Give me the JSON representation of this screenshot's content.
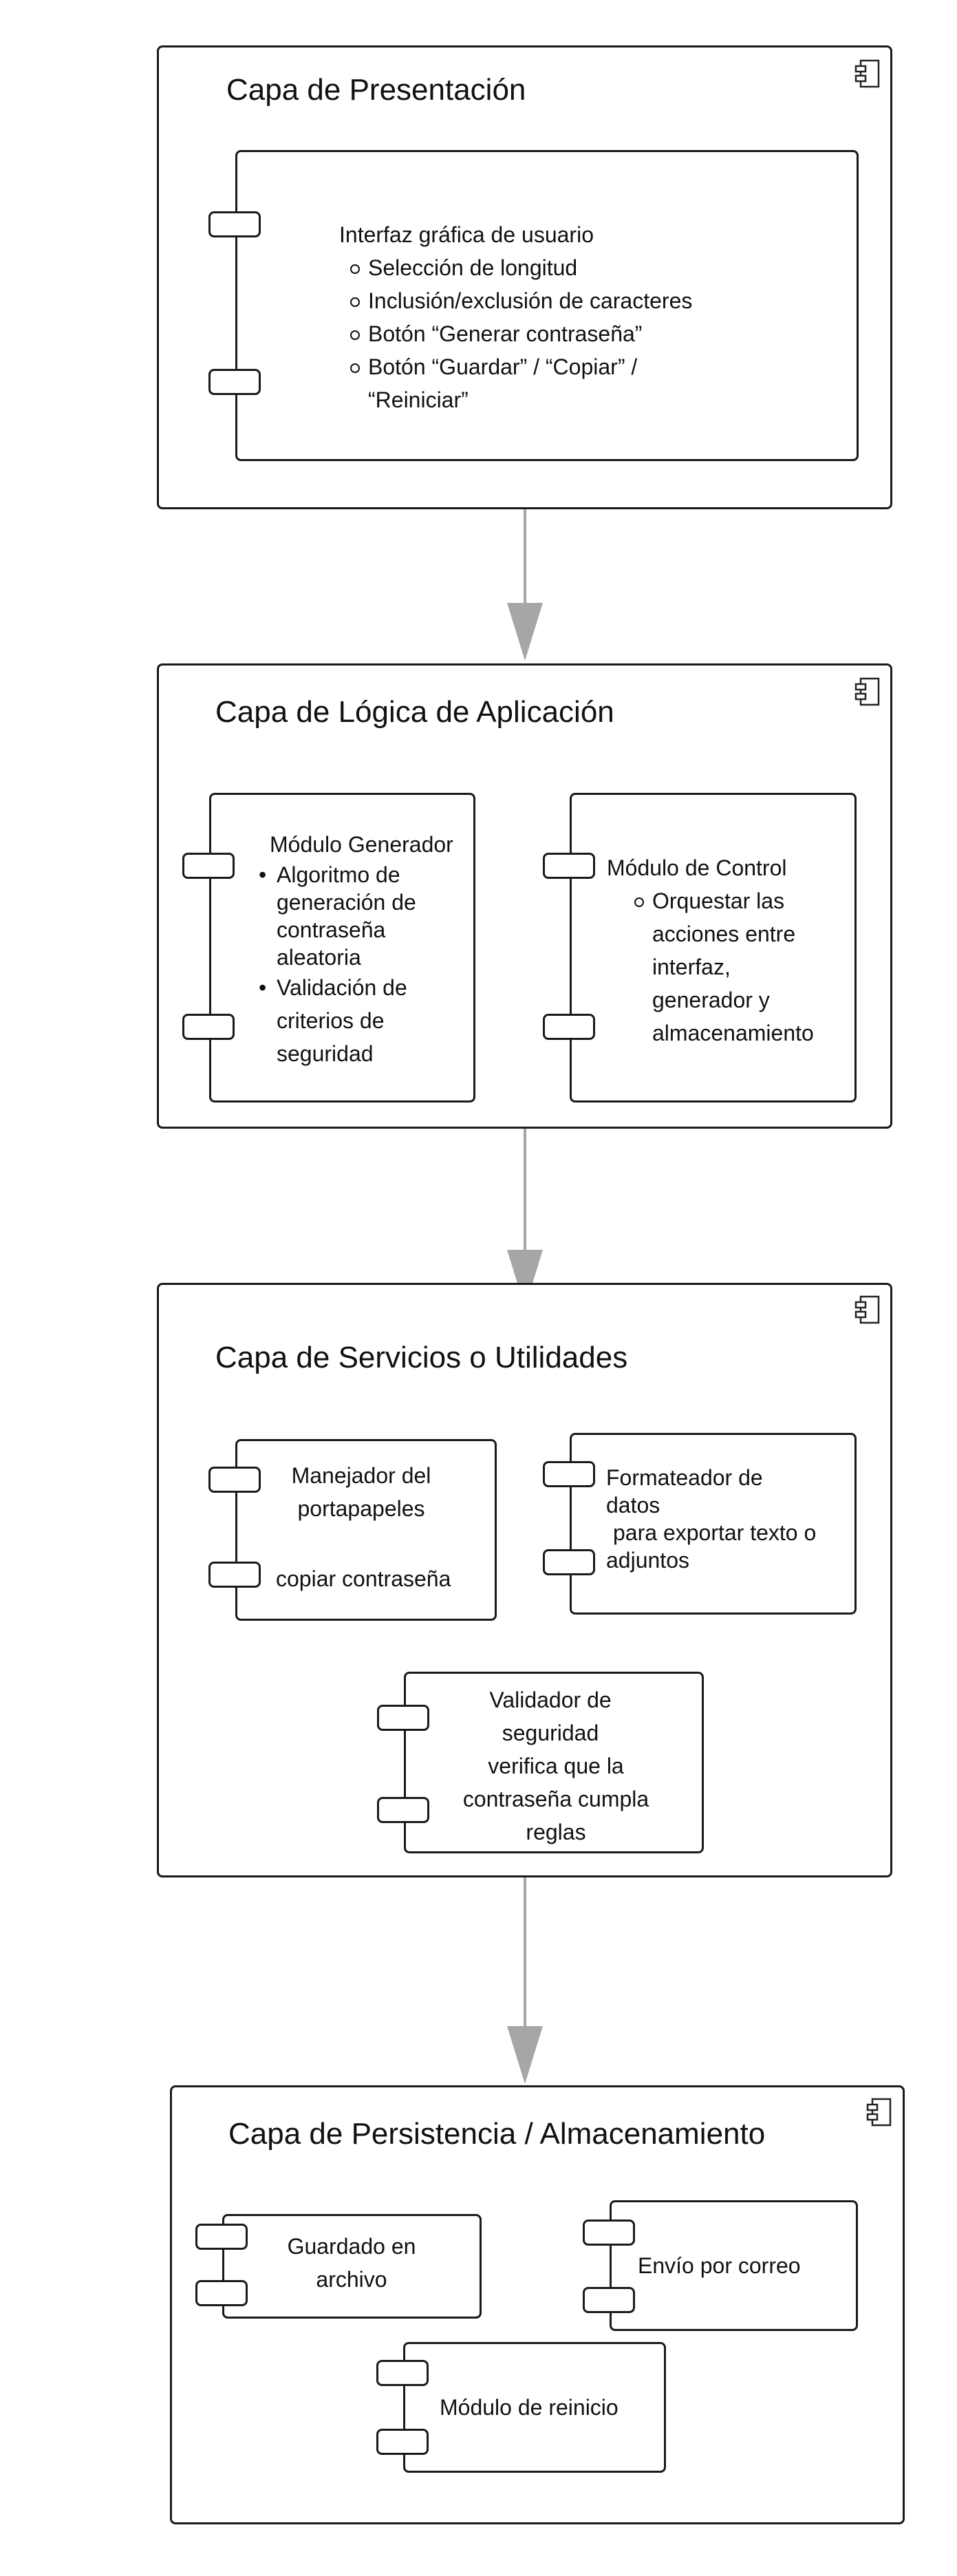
{
  "diagram": {
    "presentation": {
      "title": "Capa de Presentación",
      "ui": {
        "heading": "Interfaz gráfica de usuario",
        "items": [
          "Selección de longitud",
          "Inclusión/exclusión de caracteres",
          "Botón “Generar contraseña”",
          "Botón “Guardar” / “Copiar” / “Reiniciar”"
        ]
      }
    },
    "logic": {
      "title": "Capa de Lógica de Aplicación",
      "generator": {
        "heading": "Módulo Generador",
        "items": [
          "Algoritmo de generación de contraseña aleatoria",
          "Validación de criterios de seguridad"
        ]
      },
      "control": {
        "heading": "Módulo de Control",
        "items": [
          "Orquestar las acciones entre interfaz, generador y almacenamiento"
        ]
      }
    },
    "services": {
      "title": "Capa de Servicios o Utilidades",
      "clipboard": {
        "name": "Manejador del portapapeles",
        "detail": "copiar contraseña"
      },
      "formatter": {
        "name": "Formateador de datos",
        "detail": "para exportar texto o adjuntos"
      },
      "validator": {
        "name": "Validador de seguridad",
        "detail": "verifica que la contraseña cumpla reglas"
      }
    },
    "persistence": {
      "title": "Capa de Persistencia / Almacenamiento",
      "file_save": "Guardado en archivo",
      "email": "Envío por correo",
      "reset": "Módulo de reinicio"
    },
    "component_icon": "uml-component-icon"
  }
}
